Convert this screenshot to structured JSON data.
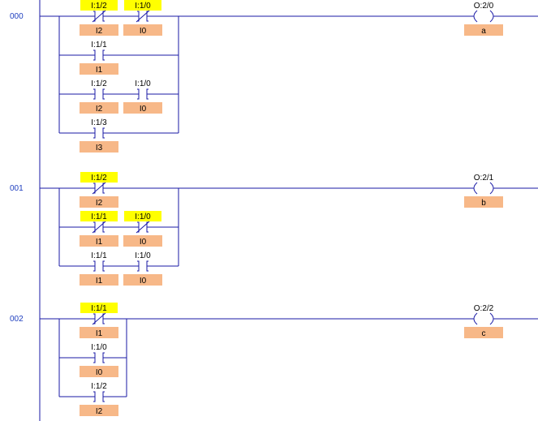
{
  "colors": {
    "wire": "#1a1aa6",
    "highlight": "#ffff00",
    "symbol_bg": "#f7b888",
    "rung_number": "#1f3fbf"
  },
  "rungs": [
    {
      "number": "000",
      "output": {
        "address": "O:2/0",
        "symbol": "a",
        "type": "coil"
      },
      "branches": [
        {
          "contacts": [
            {
              "address": "I:1/2",
              "symbol": "I2",
              "type": "NC",
              "highlighted": true
            },
            {
              "address": "I:1/0",
              "symbol": "I0",
              "type": "NC",
              "highlighted": true
            }
          ]
        },
        {
          "contacts": [
            {
              "address": "I:1/1",
              "symbol": "I1",
              "type": "NO",
              "highlighted": false
            }
          ]
        },
        {
          "contacts": [
            {
              "address": "I:1/2",
              "symbol": "I2",
              "type": "NO",
              "highlighted": false
            },
            {
              "address": "I:1/0",
              "symbol": "I0",
              "type": "NO",
              "highlighted": false
            }
          ]
        },
        {
          "contacts": [
            {
              "address": "I:1/3",
              "symbol": "I3",
              "type": "NO",
              "highlighted": false
            }
          ]
        }
      ]
    },
    {
      "number": "001",
      "output": {
        "address": "O:2/1",
        "symbol": "b",
        "type": "coil"
      },
      "branches": [
        {
          "contacts": [
            {
              "address": "I:1/2",
              "symbol": "I2",
              "type": "NC",
              "highlighted": true
            }
          ]
        },
        {
          "contacts": [
            {
              "address": "I:1/1",
              "symbol": "I1",
              "type": "NC",
              "highlighted": true
            },
            {
              "address": "I:1/0",
              "symbol": "I0",
              "type": "NC",
              "highlighted": true
            }
          ]
        },
        {
          "contacts": [
            {
              "address": "I:1/1",
              "symbol": "I1",
              "type": "NO",
              "highlighted": false
            },
            {
              "address": "I:1/0",
              "symbol": "I0",
              "type": "NO",
              "highlighted": false
            }
          ]
        }
      ]
    },
    {
      "number": "002",
      "output": {
        "address": "O:2/2",
        "symbol": "c",
        "type": "coil"
      },
      "branches": [
        {
          "contacts": [
            {
              "address": "I:1/1",
              "symbol": "I1",
              "type": "NC",
              "highlighted": true
            }
          ]
        },
        {
          "contacts": [
            {
              "address": "I:1/0",
              "symbol": "I0",
              "type": "NO",
              "highlighted": false
            }
          ]
        },
        {
          "contacts": [
            {
              "address": "I:1/2",
              "symbol": "I2",
              "type": "NO",
              "highlighted": false
            }
          ]
        }
      ]
    }
  ]
}
